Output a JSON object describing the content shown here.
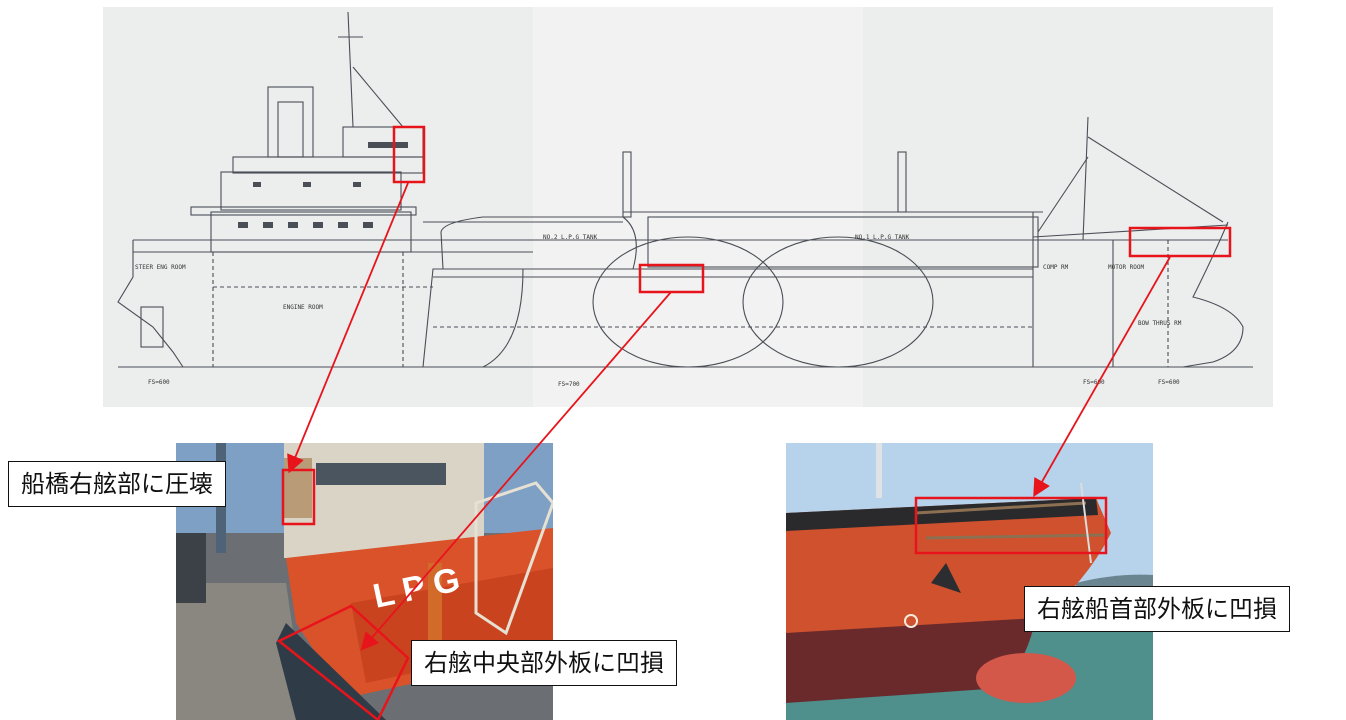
{
  "blueprint": {
    "labels": {
      "steer_eng_room": "STEER ENG ROOM",
      "engine_room": "ENGINE ROOM",
      "no2_tank": "NO.2 L.P.G TANK",
      "no1_tank": "NO.1 L.P.G TANK",
      "comp_rm": "COMP RM",
      "motor_room": "MOTOR ROOM",
      "bow_thrus_rm": "BOW THRUS RM"
    },
    "frame_spacing": {
      "fs600_aft": "FS=600",
      "fs700": "FS=700",
      "fs600_fwd_a": "FS=600",
      "fs600_fwd_b": "FS=600"
    }
  },
  "photo_left": {
    "tank_marking": "L P G"
  },
  "callouts": {
    "bridge": "船橋右舷部に圧壊",
    "midship": "右舷中央部外板に凹損",
    "bow": "右舷船首部外板に凹損"
  },
  "colors": {
    "highlight": "#e8141c",
    "hull_orange": "#d9522a",
    "blueprint_line": "#4a4e56"
  }
}
